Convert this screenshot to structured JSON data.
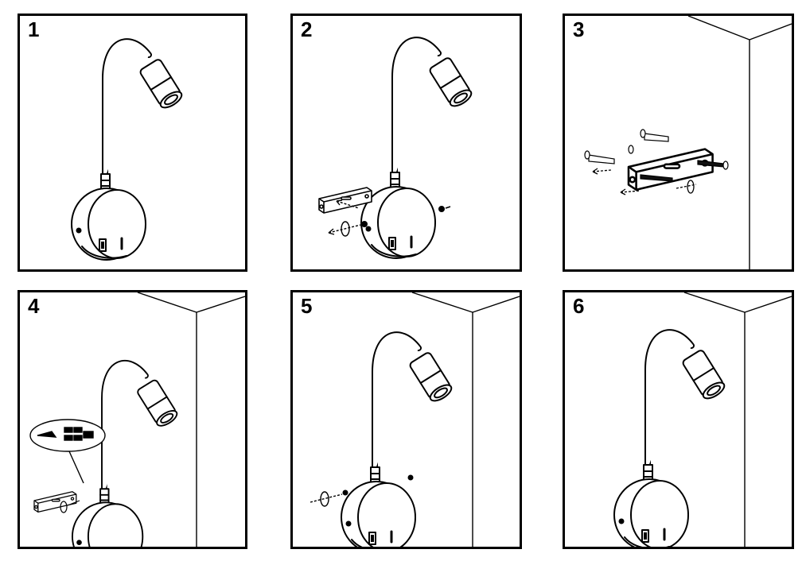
{
  "steps": [
    {
      "number": "1"
    },
    {
      "number": "2"
    },
    {
      "number": "3"
    },
    {
      "number": "4"
    },
    {
      "number": "5"
    },
    {
      "number": "6"
    }
  ],
  "colors": {
    "line": "#000000",
    "background": "#ffffff",
    "shade": "#333333"
  },
  "icons": [
    "wall-lamp-icon",
    "mounting-bracket-icon",
    "screw-icon",
    "wall-anchor-icon",
    "rotate-arrow-icon",
    "wiring-diagram-icon",
    "wall-corner-icon"
  ]
}
